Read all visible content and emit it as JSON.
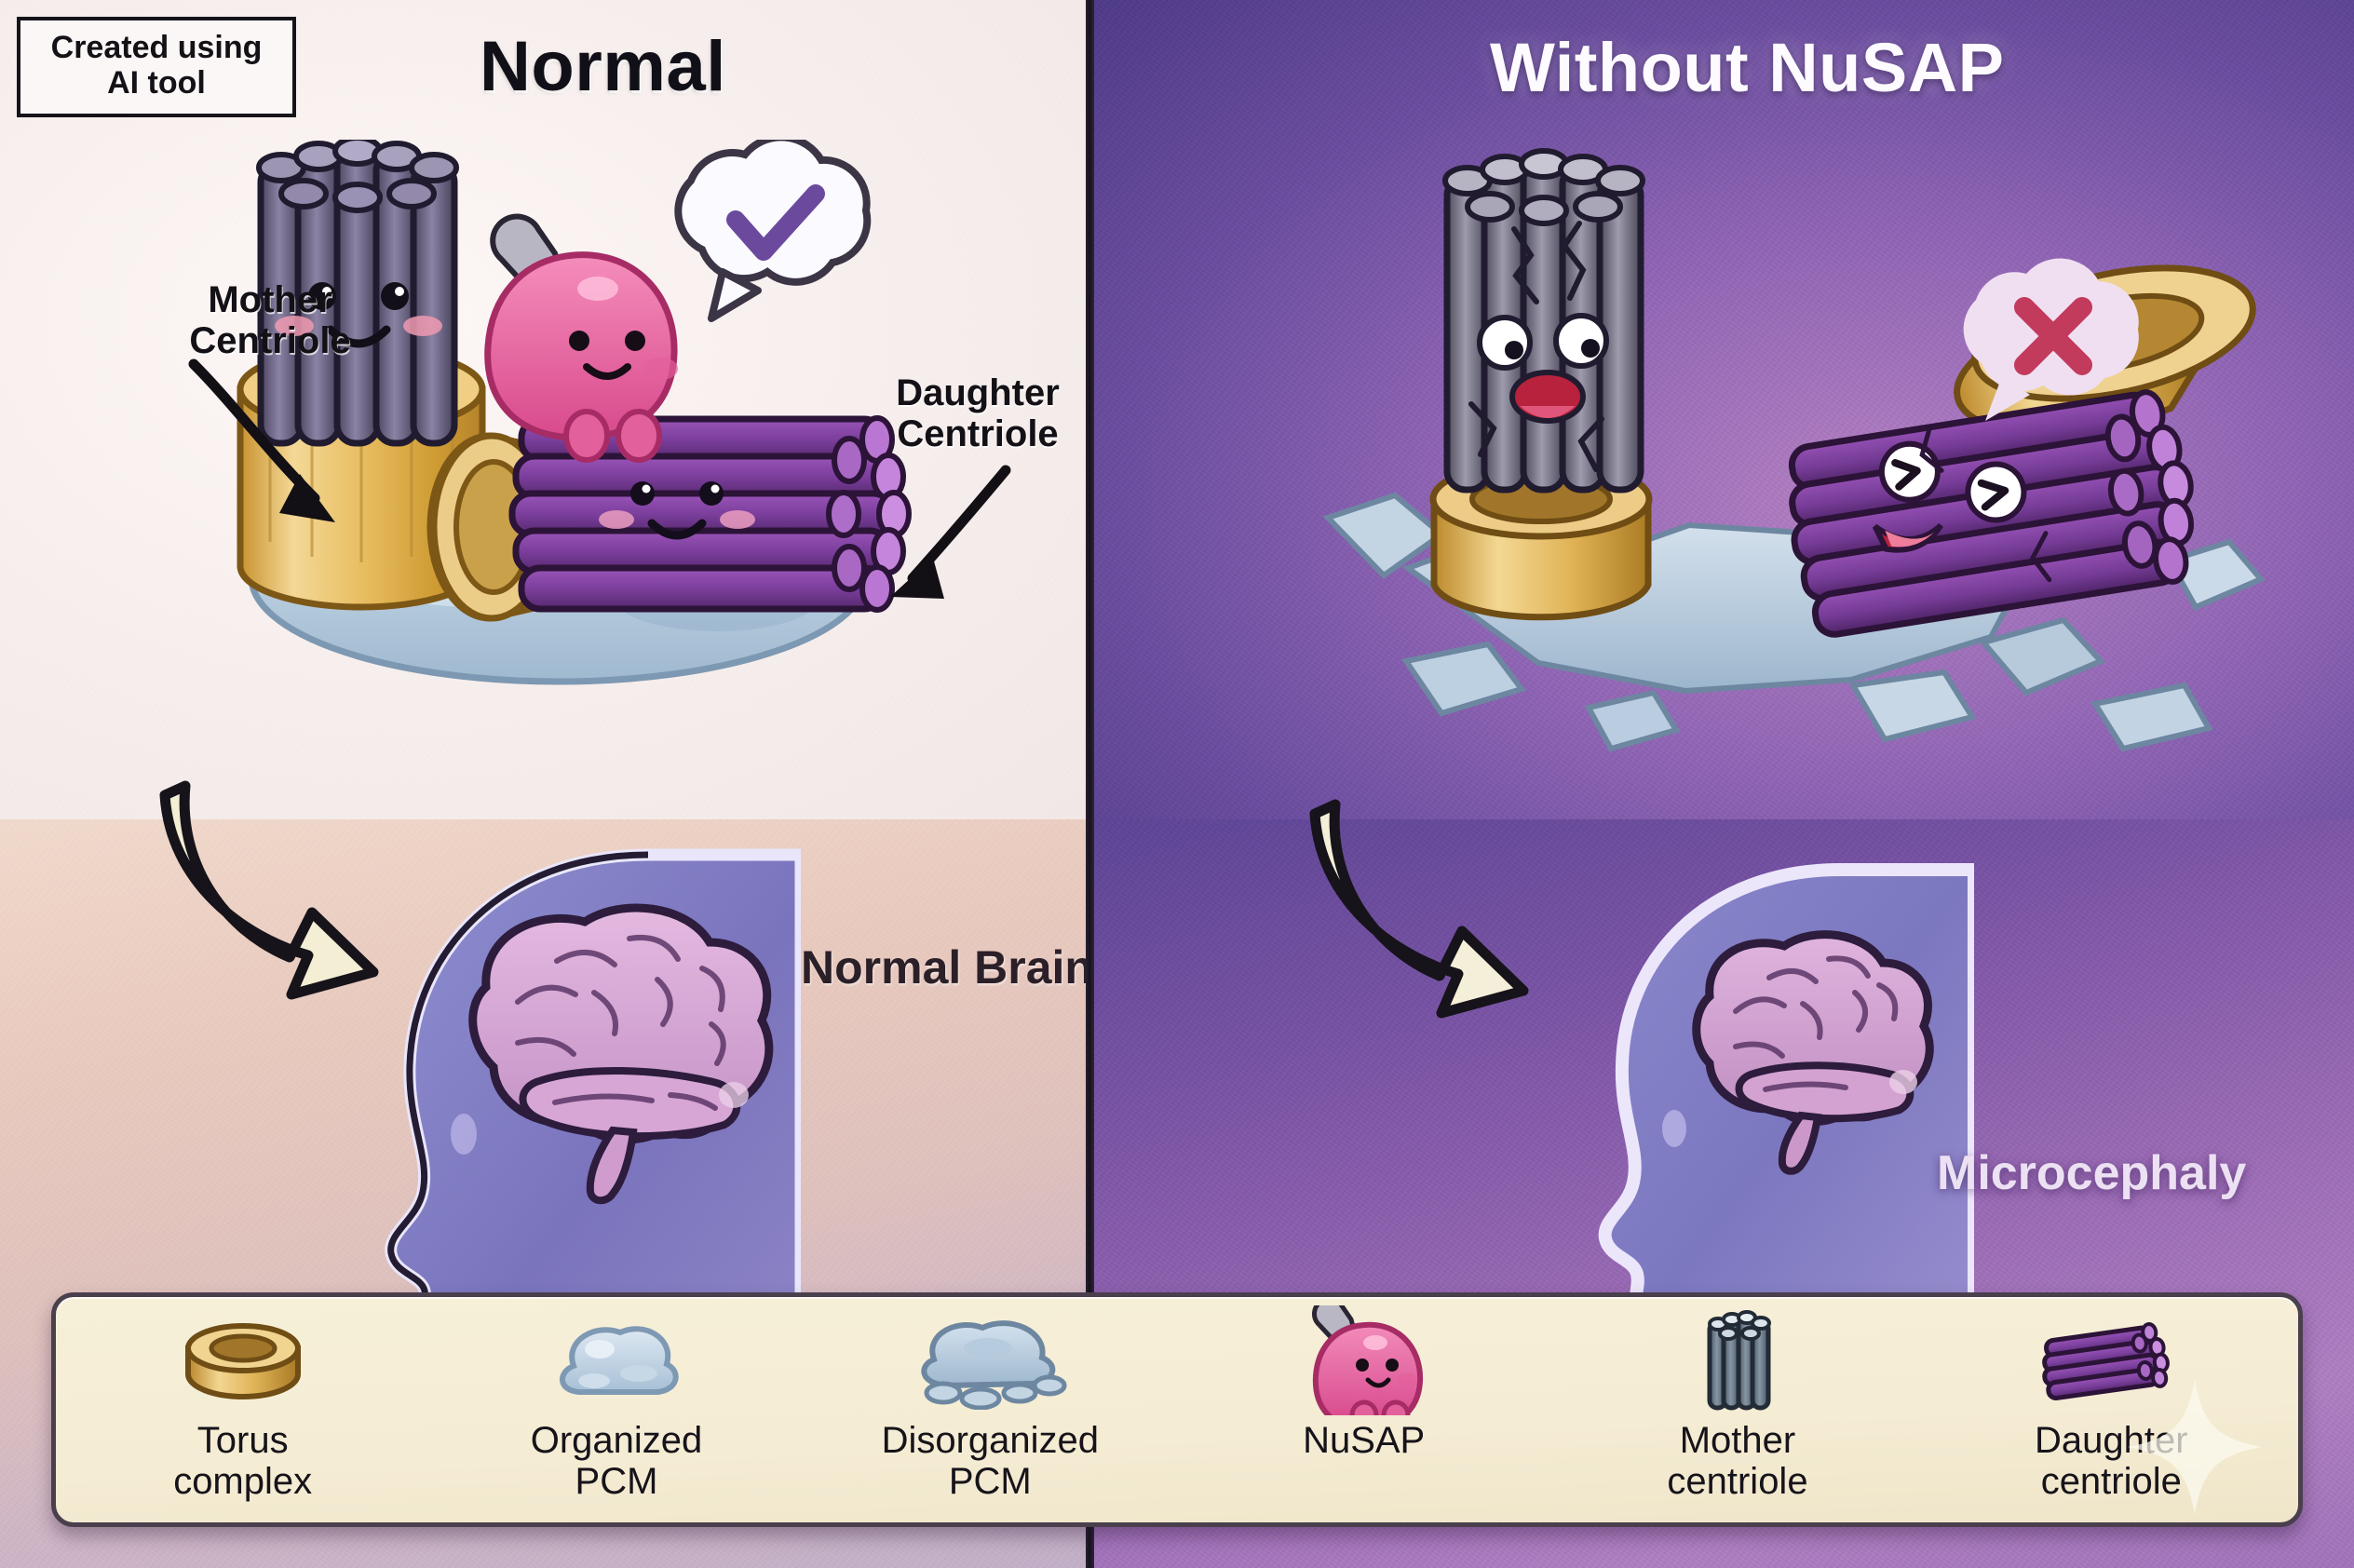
{
  "badge": {
    "line1": "Created using",
    "line2": "AI tool",
    "text": "Created using\nAI tool"
  },
  "panels": {
    "left": {
      "title": "Normal",
      "brain_label": "Normal Brain"
    },
    "right": {
      "title": "Without NuSAP",
      "brain_label": "Microcephaly"
    }
  },
  "callouts": {
    "mother": "Mother\nCentriole",
    "daughter": "Daughter\nCentriole"
  },
  "status_bubbles": {
    "left": {
      "icon": "check-icon",
      "glyph": "check",
      "color": "#6b4a9e"
    },
    "right": {
      "icon": "cross-icon",
      "glyph": "cross",
      "color": "#c23a5c"
    }
  },
  "legend": {
    "items": [
      {
        "icon": "torus-complex-icon",
        "label": "Torus\ncomplex",
        "color": "#d8a841"
      },
      {
        "icon": "organized-pcm-icon",
        "label": "Organized\nPCM",
        "color": "#b9cddd"
      },
      {
        "icon": "disorganized-pcm-icon",
        "label": "Disorganized\nPCM",
        "color": "#a9bfd2"
      },
      {
        "icon": "nusap-icon",
        "label": "NuSAP",
        "color": "#e3629a"
      },
      {
        "icon": "mother-centriole-icon",
        "label": "Mother\ncentriole",
        "color": "#6c6f84"
      },
      {
        "icon": "daughter-centriole-icon",
        "label": "Daughter\ncentriole",
        "color": "#7a3f96"
      }
    ]
  },
  "colors": {
    "left_bg_top": "#f6eeec",
    "left_bg_bottom": "#e2c3bd",
    "right_bg_top": "#6a4d9e",
    "right_bg_bottom": "#9a6bb4",
    "legend_bg": "#f4ecd3",
    "gold": "#d8a841",
    "purple_daughter": "#7a3f96",
    "grey_mother": "#6c6f84",
    "pcm_blue": "#b9cddd",
    "nusap_pink": "#e3629a",
    "check_purple": "#6b4a9e",
    "cross_red": "#c23a5c",
    "brain_pink": "#d5a5d2",
    "head_violet": "#7c76bd",
    "arrow_cream": "#f2edd2",
    "ink": "#16131a"
  }
}
